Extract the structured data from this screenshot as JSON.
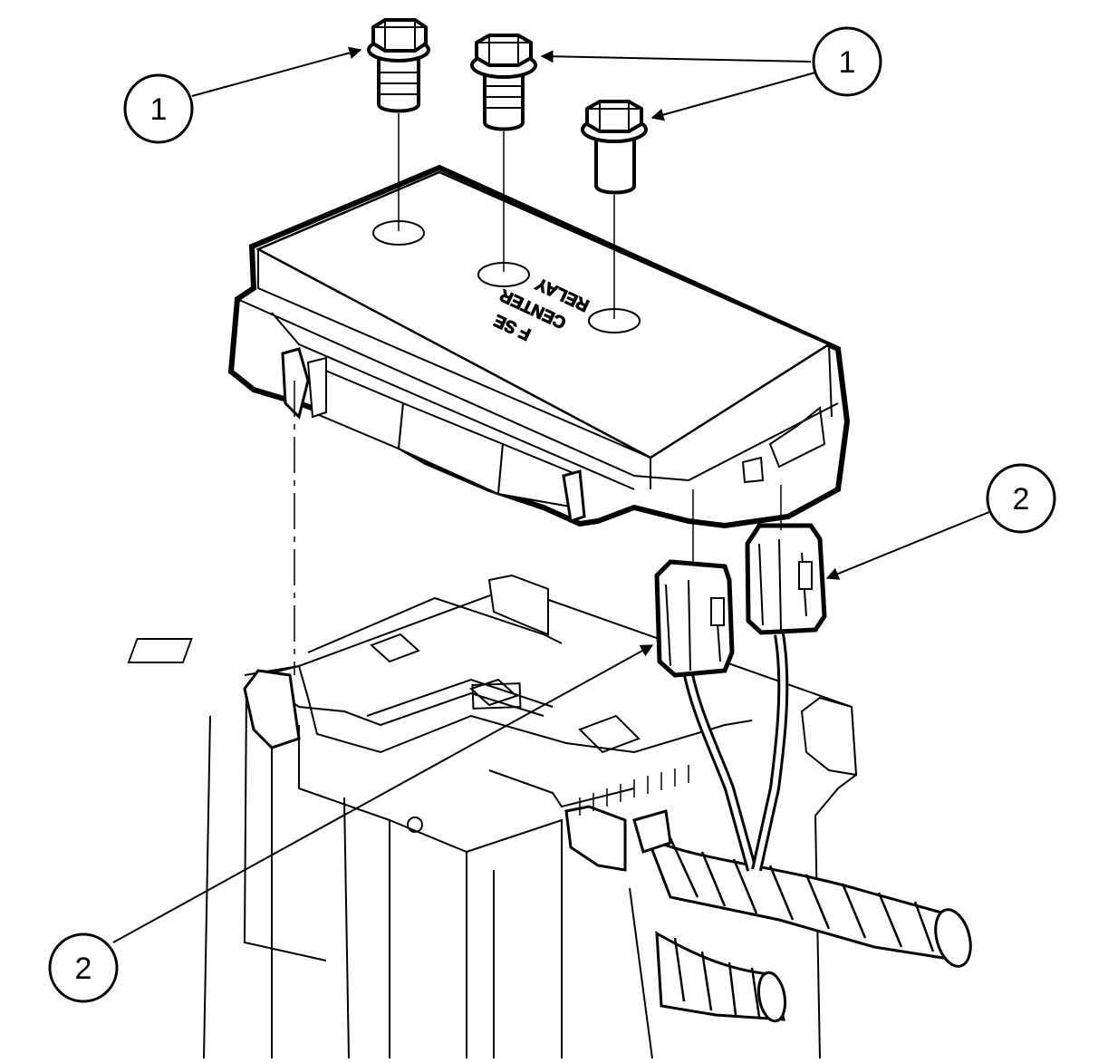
{
  "diagram": {
    "callouts": [
      {
        "id": "c1a",
        "number": "1"
      },
      {
        "id": "c1b",
        "number": "1"
      },
      {
        "id": "c2a",
        "number": "2"
      },
      {
        "id": "c2b",
        "number": "2"
      }
    ],
    "cover_label": {
      "line1": "RELAY",
      "line2": "CENTER",
      "line3": "F   SE"
    },
    "colors": {
      "ink": "#000000",
      "paper": "#ffffff"
    }
  }
}
